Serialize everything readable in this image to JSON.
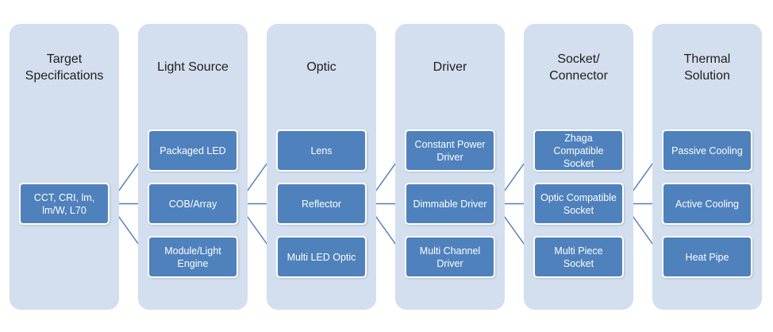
{
  "columns": [
    {
      "title": "Target\nSpecifications",
      "items": [
        {
          "label": "CCT, CRI, lm,\nlm/W, L70"
        }
      ]
    },
    {
      "title": "Light Source",
      "items": [
        {
          "label": "Packaged LED"
        },
        {
          "label": "COB/Array"
        },
        {
          "label": "Module/Light\nEngine"
        }
      ]
    },
    {
      "title": "Optic",
      "items": [
        {
          "label": "Lens"
        },
        {
          "label": "Reflector"
        },
        {
          "label": "Multi LED Optic"
        }
      ]
    },
    {
      "title": "Driver",
      "items": [
        {
          "label": "Constant Power\nDriver"
        },
        {
          "label": "Dimmable Driver"
        },
        {
          "label": "Multi Channel\nDriver"
        }
      ]
    },
    {
      "title": "Socket/\nConnector",
      "items": [
        {
          "label": "Zhaga Compatible\nSocket"
        },
        {
          "label": "Optic Compatible\nSocket"
        },
        {
          "label": "Multi Piece\nSocket"
        }
      ]
    },
    {
      "title": "Thermal\nSolution",
      "items": [
        {
          "label": "Passive Cooling"
        },
        {
          "label": "Active Cooling"
        },
        {
          "label": "Heat Pipe"
        }
      ]
    }
  ],
  "colors": {
    "column_background": "#d3deee",
    "node_fill": "#4f81bd",
    "connector": "#4f81bd"
  }
}
